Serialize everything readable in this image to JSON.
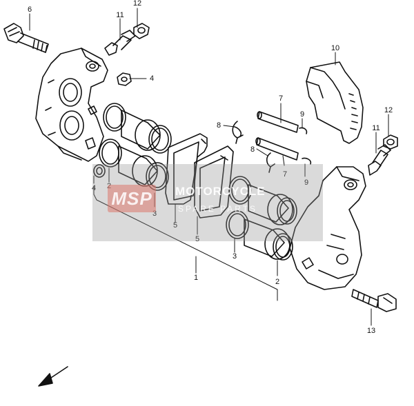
{
  "callouts": {
    "c1": "1",
    "c2a": "2",
    "c2b": "2",
    "c3a": "3",
    "c3b": "3",
    "c4a": "4",
    "c4b": "4",
    "c5a": "5",
    "c5b": "5",
    "c6": "6",
    "c7a": "7",
    "c7b": "7",
    "c8a": "8",
    "c8b": "8",
    "c9a": "9",
    "c9b": "9",
    "c10": "10",
    "c11a": "11",
    "c11b": "11",
    "c12a": "12",
    "c12b": "12",
    "c13": "13"
  },
  "watermark": {
    "logo": "MSP",
    "brand": "MOTORCYCLE",
    "tagline": "SPARE PARTS"
  },
  "colors": {
    "line": "#111111",
    "watermark": "#969696"
  }
}
